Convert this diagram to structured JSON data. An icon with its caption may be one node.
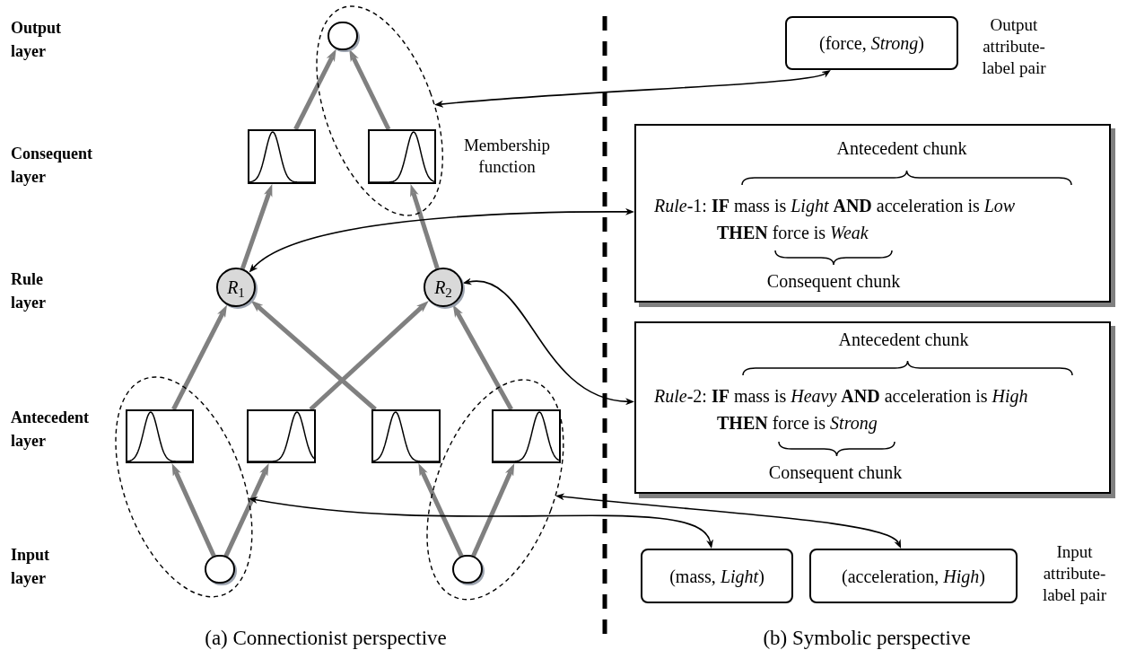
{
  "diagram": {
    "nodes": [
      {
        "text": [],
        "shape": "circle",
        "in": 11
      },
      {
        "text": [],
        "shape": "box"
      },
      {
        "text": [],
        "shape": "box",
        "in": 11
      },
      {
        "text": [
          "*R*$_{1}$"
        ]
      },
      {
        "text": [
          "*R*$_{2}$"
        ]
      },
      {
        "text": [],
        "shape": "box",
        "in": 12
      },
      {
        "text": [],
        "shape": "box"
      },
      {
        "text": [],
        "shape": "box"
      },
      {
        "text": [],
        "shape": "box",
        "in": 13
      },
      {
        "text": [],
        "shape": "circle",
        "in": 12
      },
      {
        "text": [],
        "shape": "circle",
        "in": 13
      },
      {
        "text": [],
        "shape": "ellipse",
        "beside": [
          "Membership function"
        ]
      },
      {
        "text": [],
        "shape": "ellipse"
      },
      {
        "text": [],
        "shape": "ellipse"
      },
      {
        "text": [
          "(force, *Strong*)"
        ],
        "beside": [
          "Output attribute-label pair"
        ]
      },
      {
        "text": [
          "Antecedent chunk",
          "*Rule*-1: **IF** mass is *Light* **AND** acceleration is *Low* **THEN** force is *Weak*",
          "Consequent chunk"
        ]
      },
      {
        "text": [
          "Antecedent chunk",
          "*Rule*-2: **IF** mass is *Heavy* **AND** acceleration is *High* **THEN** force is *Strong*",
          "Consequent chunk"
        ]
      },
      {
        "text": [
          "(mass, *Light*)"
        ]
      },
      {
        "text": [
          "(acceleration, *High*)"
        ],
        "beside": [
          "Input attribute-label pair"
        ]
      }
    ],
    "edges": [
      {
        "from": 9,
        "to": 5,
        "arrow": "to"
      },
      {
        "from": 9,
        "to": 6,
        "arrow": "to"
      },
      {
        "from": 10,
        "to": 7,
        "arrow": "to"
      },
      {
        "from": 10,
        "to": 8,
        "arrow": "to"
      },
      {
        "from": 5,
        "to": 3,
        "arrow": "to"
      },
      {
        "from": 6,
        "to": 4,
        "arrow": "to"
      },
      {
        "from": 7,
        "to": 3,
        "arrow": "to"
      },
      {
        "from": 8,
        "to": 4,
        "arrow": "to"
      },
      {
        "from": 3,
        "to": 1,
        "arrow": "to"
      },
      {
        "from": 4,
        "to": 2,
        "arrow": "to"
      },
      {
        "from": 1,
        "to": 0,
        "arrow": "to"
      },
      {
        "from": 2,
        "to": 0,
        "arrow": "to"
      },
      {
        "from": 11,
        "to": 14,
        "arrow": "both",
        "color": "#000000"
      },
      {
        "from": 3,
        "to": 15,
        "arrow": "both",
        "color": "#000000"
      },
      {
        "from": 4,
        "to": 16,
        "arrow": "both",
        "color": "#000000"
      },
      {
        "from": 12,
        "to": 17,
        "arrow": "both",
        "color": "#000000"
      },
      {
        "from": 13,
        "to": 18,
        "arrow": "both",
        "color": "#000000"
      }
    ],
    "labels": [
      "Output layer",
      "Consequent layer",
      "Rule layer",
      "Antecedent layer",
      "Input layer",
      "(a) Connectionist perspective",
      "(b) Symbolic perspective"
    ]
  }
}
